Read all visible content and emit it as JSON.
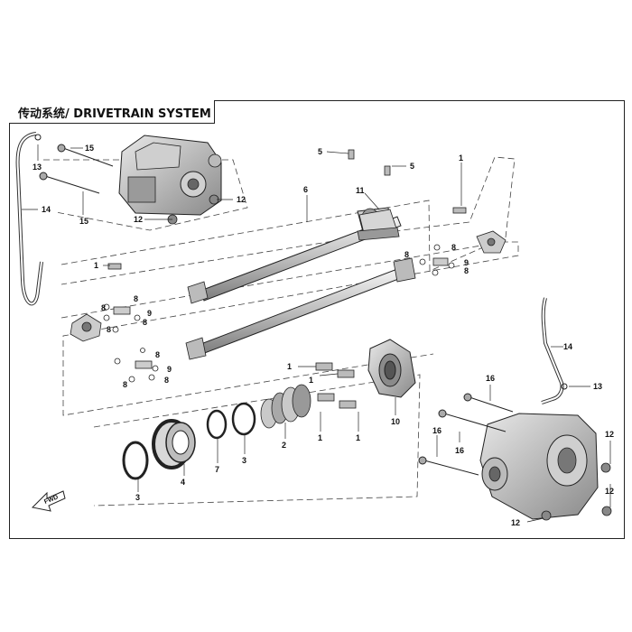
{
  "title": "传动系统/ DRIVETRAIN SYSTEM",
  "fwd_label": "FWD",
  "callouts": [
    {
      "id": "c15a",
      "text": "15"
    },
    {
      "id": "c13a",
      "text": "13"
    },
    {
      "id": "c15b",
      "text": "15"
    },
    {
      "id": "c14a",
      "text": "14"
    },
    {
      "id": "c12a",
      "text": "12"
    },
    {
      "id": "c12b",
      "text": "12"
    },
    {
      "id": "c5a",
      "text": "5"
    },
    {
      "id": "c5b",
      "text": "5"
    },
    {
      "id": "c6",
      "text": "6"
    },
    {
      "id": "c11",
      "text": "11"
    },
    {
      "id": "c1a",
      "text": "1"
    },
    {
      "id": "c1b",
      "text": "1"
    },
    {
      "id": "c8a",
      "text": "8"
    },
    {
      "id": "c8b",
      "text": "8"
    },
    {
      "id": "c9a",
      "text": "9"
    },
    {
      "id": "c8c",
      "text": "8"
    },
    {
      "id": "c8d",
      "text": "8"
    },
    {
      "id": "c8e",
      "text": "8"
    },
    {
      "id": "c9b",
      "text": "9"
    },
    {
      "id": "c8f",
      "text": "8"
    },
    {
      "id": "c8g",
      "text": "8"
    },
    {
      "id": "c8h",
      "text": "8"
    },
    {
      "id": "c9c",
      "text": "9"
    },
    {
      "id": "c8i",
      "text": "8"
    },
    {
      "id": "c8j",
      "text": "8"
    },
    {
      "id": "c1c",
      "text": "1"
    },
    {
      "id": "c1d",
      "text": "1"
    },
    {
      "id": "c1e",
      "text": "1"
    },
    {
      "id": "c1f",
      "text": "1"
    },
    {
      "id": "c10",
      "text": "10"
    },
    {
      "id": "c14b",
      "text": "14"
    },
    {
      "id": "c13b",
      "text": "13"
    },
    {
      "id": "c16a",
      "text": "16"
    },
    {
      "id": "c16b",
      "text": "16"
    },
    {
      "id": "c16c",
      "text": "16"
    },
    {
      "id": "c12c",
      "text": "12"
    },
    {
      "id": "c12d",
      "text": "12"
    },
    {
      "id": "c12e",
      "text": "12"
    },
    {
      "id": "c2",
      "text": "2"
    },
    {
      "id": "c3a",
      "text": "3"
    },
    {
      "id": "c7",
      "text": "7"
    },
    {
      "id": "c4",
      "text": "4"
    },
    {
      "id": "c3b",
      "text": "3"
    }
  ]
}
